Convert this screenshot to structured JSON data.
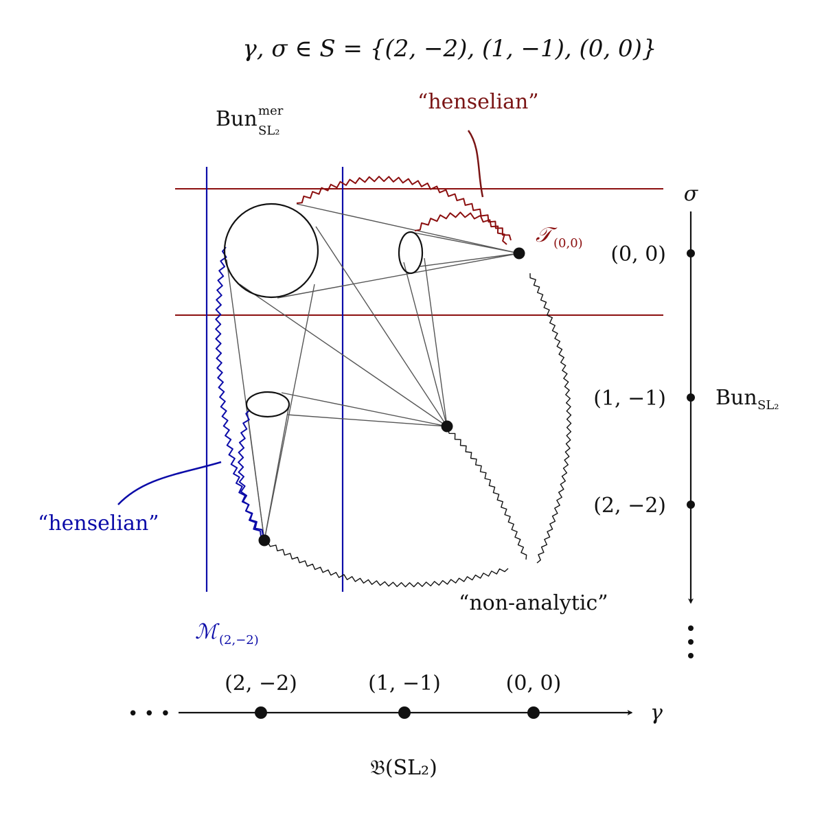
{
  "title": "γ, σ ∈ S = {(2, −2), (1, −1), (0, 0)}",
  "colors": {
    "red": "#8b0e0e",
    "blue": "#0b0ba8",
    "black": "#111111",
    "gray": "#555555",
    "henselian_red_label": "#7a1414"
  },
  "labels": {
    "bun_mer": {
      "base": "Bun",
      "sup": "mer",
      "sub": "SL₂"
    },
    "henselian_top": "“henselian”",
    "henselian_left": "“henselian”",
    "t00": {
      "base": "𝒯",
      "sub": "(0,0)"
    },
    "m22": {
      "base": "ℳ",
      "sub": "(2,−2)"
    },
    "non_analytic": "“non-analytic”",
    "bun_sl2": {
      "base": "Bun",
      "sub": "SL₂"
    },
    "sigma": "σ",
    "gamma": "γ",
    "b_sl2": "𝔅(SL₂)",
    "ellipsis_left": "• • •"
  },
  "sigma_axis": {
    "points": [
      "(0, 0)",
      "(1, −1)",
      "(2, −2)"
    ]
  },
  "gamma_axis": {
    "points": [
      "(2, −2)",
      "(1, −1)",
      "(0, 0)"
    ]
  }
}
